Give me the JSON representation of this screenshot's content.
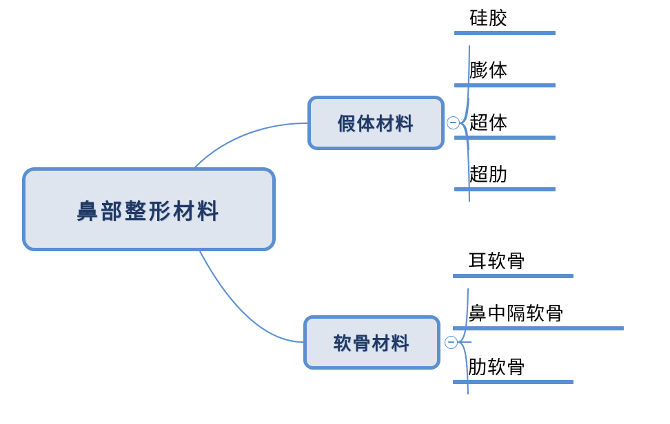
{
  "diagram": {
    "type": "mind-map",
    "title": "鼻部整形材料",
    "orientation": "left-to-right",
    "colors": {
      "node_border": "#5b8fd0",
      "node_fill": "#dee5ef",
      "node_text": "#1f3864",
      "leaf_rule": "#5b8fd0",
      "leaf_text": "#000000",
      "connector": "#5b8fd0",
      "background": "#ffffff"
    }
  },
  "root": {
    "label": "鼻部整形材料"
  },
  "branches": [
    {
      "label": "假体材料",
      "toggle_icon": "minus-circle-icon",
      "toggle_state": "expanded",
      "leaves": [
        {
          "label": "硅胶"
        },
        {
          "label": "膨体"
        },
        {
          "label": "超体"
        },
        {
          "label": "超肋"
        }
      ]
    },
    {
      "label": "软骨材料",
      "toggle_icon": "minus-circle-icon",
      "toggle_state": "expanded",
      "leaves": [
        {
          "label": "耳软骨"
        },
        {
          "label": "鼻中隔软骨"
        },
        {
          "label": "肋软骨"
        }
      ]
    }
  ]
}
